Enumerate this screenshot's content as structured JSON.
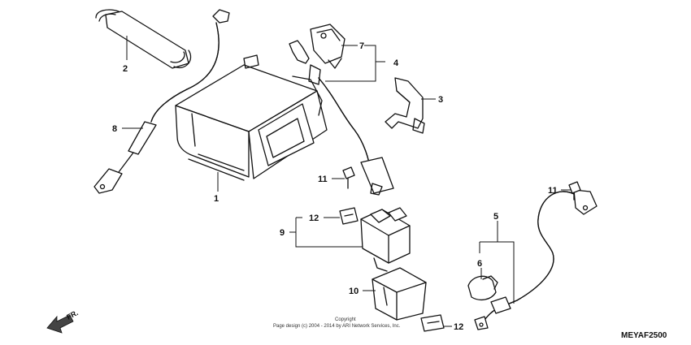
{
  "callouts": {
    "c1": "1",
    "c2": "2",
    "c3": "3",
    "c4": "4",
    "c5": "5",
    "c6": "6",
    "c7": "7",
    "c8": "8",
    "c9": "9",
    "c10": "10",
    "c11a": "11",
    "c11b": "11",
    "c12a": "12",
    "c12b": "12"
  },
  "footer": {
    "copyright_title": "Copyright",
    "copyright_line": "Page design (c) 2004 - 2014 by ARI Network Services, Inc.",
    "diagram_code": "MEYAF2500",
    "direction_label": "FR."
  }
}
